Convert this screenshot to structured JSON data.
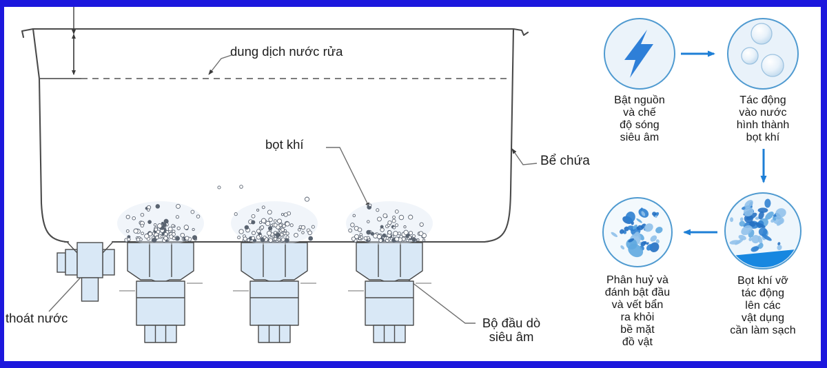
{
  "frame": {
    "border_color": "#1c17dd",
    "background": "#ffffff"
  },
  "tank_diagram": {
    "labels": {
      "solution": "dung dịch nước rửa",
      "air_bubbles": "bọt khí",
      "container": "Bể chứa",
      "drain": "thoát nước",
      "transducer": "Bộ đầu dò\nsiêu âm"
    },
    "transducer_count": 3,
    "colors": {
      "line": "#4a4a4a",
      "part_fill": "#d9e8f6",
      "water_line": "#6a6a6a"
    }
  },
  "process_flow": {
    "arrow_color": "#1e7fd6",
    "accent_blue": "#2e7fd8",
    "water_blue": "#1787e0",
    "circle_stroke": "#4f9ad0",
    "steps": [
      {
        "icon": "lightning-icon",
        "caption": "Bật nguồn\nvà chế\nđộ sóng\nsiêu âm"
      },
      {
        "icon": "bubbles-icon",
        "caption": "Tác động\nvào nước\nhình thành\nbọt khí"
      },
      {
        "icon": "splash-icon",
        "caption": "Bọt khí vỡ\ntác động\nlên các\nvật dụng\ncần làm sạch"
      },
      {
        "icon": "particles-icon",
        "caption": "Phân huỷ và\nđánh bật đầu\nvà vết bẩn\nra khỏi\nbề mặt\nđồ vật"
      }
    ]
  }
}
